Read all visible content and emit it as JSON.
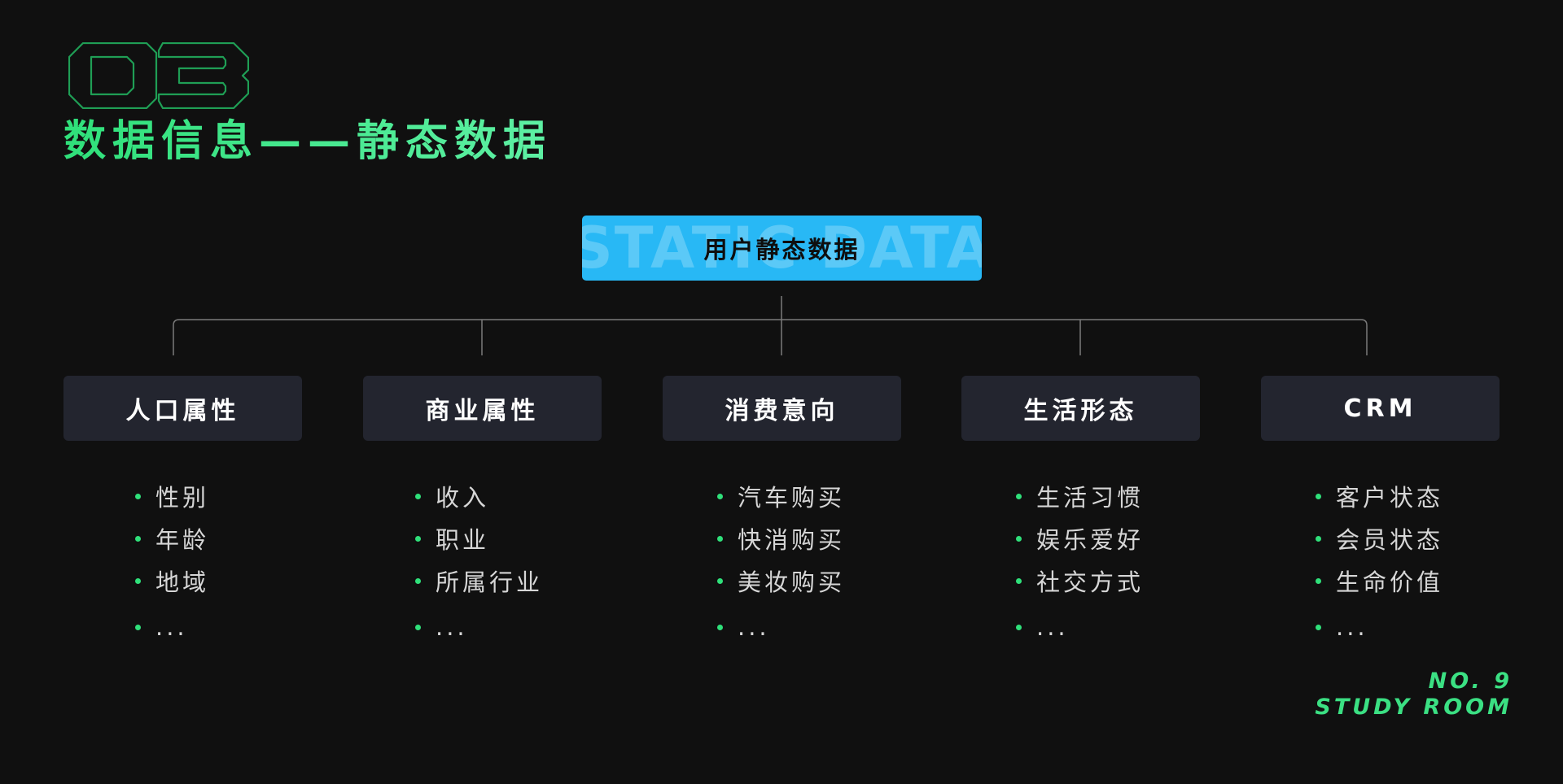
{
  "header": {
    "section_number": "03",
    "title": "数据信息——静态数据"
  },
  "diagram": {
    "root": {
      "label": "用户静态数据",
      "watermark": "STATIC DATA",
      "color": "#28b8f5"
    },
    "categories": [
      {
        "label": "人口属性",
        "items": [
          "性别",
          "年龄",
          "地域",
          "..."
        ]
      },
      {
        "label": "商业属性",
        "items": [
          "收入",
          "职业",
          "所属行业",
          "..."
        ]
      },
      {
        "label": "消费意向",
        "items": [
          "汽车购买",
          "快消购买",
          "美妆购买",
          "..."
        ]
      },
      {
        "label": "生活形态",
        "items": [
          "生活习惯",
          "娱乐爱好",
          "社交方式",
          "..."
        ]
      },
      {
        "label": "CRM",
        "items": [
          "客户状态",
          "会员状态",
          "生命价值",
          "..."
        ]
      }
    ]
  },
  "brand": {
    "line1": "NO. 9",
    "line2": "STUDY ROOM",
    "color": "#3be083"
  },
  "colors": {
    "background": "#101010",
    "accent_green": "#2fe07a",
    "node_background": "#23252f",
    "connector": "#7a7a7a"
  }
}
